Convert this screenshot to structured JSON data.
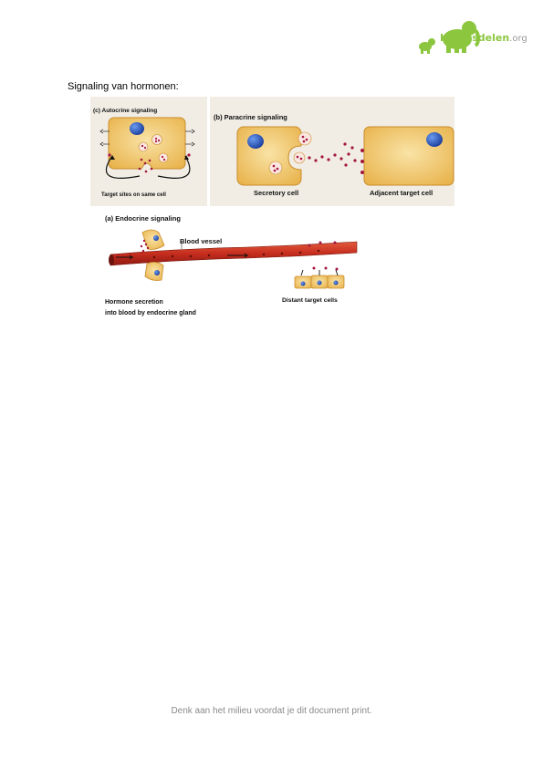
{
  "logo": {
    "name": "Kennisdelen",
    "tld": ".org"
  },
  "heading": "Signaling van hormonen:",
  "figure": {
    "autocrine": {
      "title": "(c) Autocrine signaling",
      "caption": "Target sites on same cell"
    },
    "paracrine": {
      "title": "(b) Paracrine signaling",
      "secretory": "Secretory cell",
      "adjacent": "Adjacent target cell"
    },
    "endocrine": {
      "title": "(a) Endocrine signaling",
      "vessel": "Blood vessel",
      "secretion_line1": "Hormone secretion",
      "secretion_line2": "into blood by endocrine gland",
      "targets": "Distant target cells"
    }
  },
  "footer": "Denk aan het milieu voordat je dit document print."
}
